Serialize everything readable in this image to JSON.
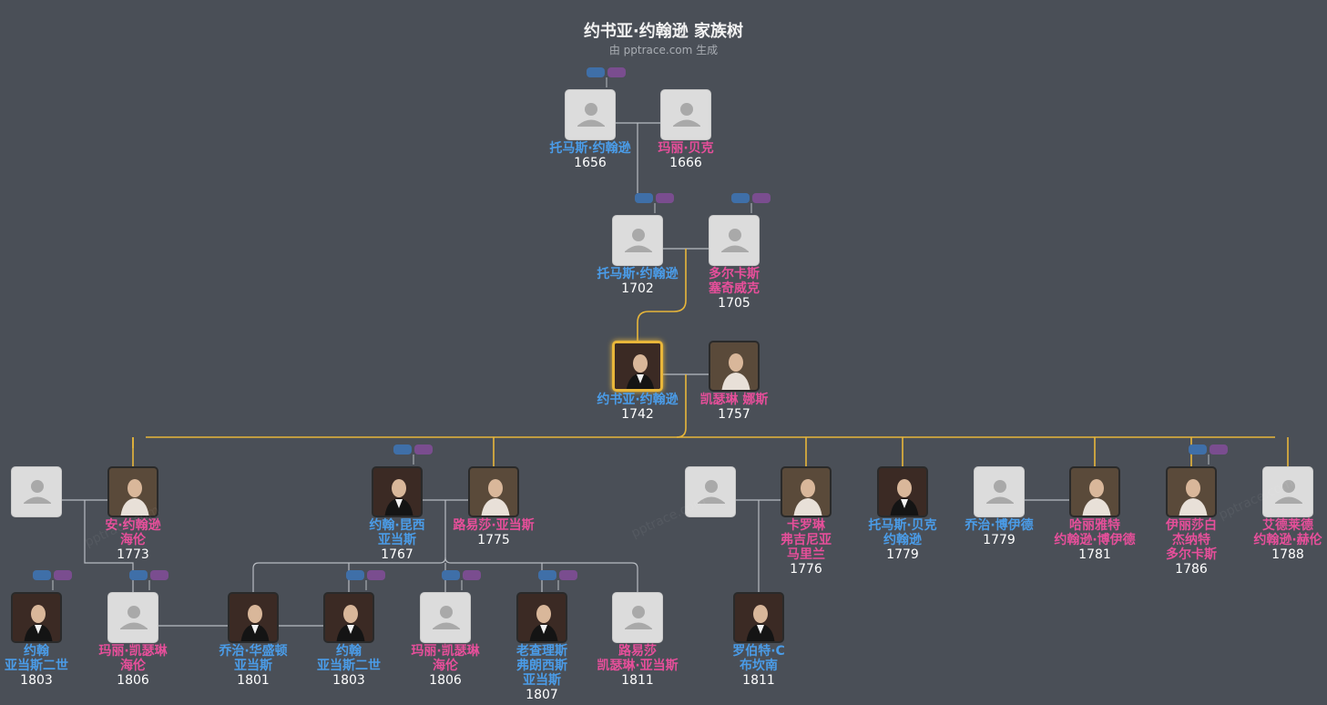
{
  "header": {
    "title": "约书亚·约翰逊 家族树",
    "subtitle": "由 pptrace.com 生成"
  },
  "colors": {
    "background": "#4a4f57",
    "male": "#4a9ce8",
    "female": "#e64f9a",
    "main_line": "#e8b63a",
    "link_line": "#b8bcc2"
  },
  "people": [
    {
      "name_lines": [
        "托马斯·约翰逊"
      ],
      "year": "1656",
      "gender": "male",
      "photo": "placeholder-avatar-icon"
    },
    {
      "name_lines": [
        "玛丽·贝克"
      ],
      "year": "1666",
      "gender": "female",
      "photo": "placeholder-avatar-icon"
    },
    {
      "name_lines": [
        "托马斯·约翰逊"
      ],
      "year": "1702",
      "gender": "male",
      "photo": "placeholder-avatar-icon"
    },
    {
      "name_lines": [
        "多尔卡斯",
        "塞奇威克"
      ],
      "year": "1705",
      "gender": "female",
      "photo": "placeholder-avatar-icon"
    },
    {
      "name_lines": [
        "约书亚·约翰逊"
      ],
      "year": "1742",
      "gender": "male",
      "photo": "portrait",
      "focus": true
    },
    {
      "name_lines": [
        "凯瑟琳 娜斯"
      ],
      "year": "1757",
      "gender": "female",
      "photo": "portrait"
    },
    {
      "name_lines": [],
      "year": "",
      "gender": "male",
      "photo": "placeholder-avatar-icon"
    },
    {
      "name_lines": [
        "安·约翰逊",
        "海伦"
      ],
      "year": "1773",
      "gender": "female",
      "photo": "portrait"
    },
    {
      "name_lines": [
        "约翰·昆西",
        "亚当斯"
      ],
      "year": "1767",
      "gender": "male",
      "photo": "portrait"
    },
    {
      "name_lines": [
        "路易莎·亚当斯"
      ],
      "year": "1775",
      "gender": "female",
      "photo": "portrait"
    },
    {
      "name_lines": [],
      "year": "",
      "gender": "male",
      "photo": "placeholder-avatar-icon"
    },
    {
      "name_lines": [
        "卡罗琳",
        "弗吉尼亚",
        "马里兰"
      ],
      "year": "1776",
      "gender": "female",
      "photo": "portrait"
    },
    {
      "name_lines": [
        "托马斯·贝克",
        "约翰逊"
      ],
      "year": "1779",
      "gender": "male",
      "photo": "portrait"
    },
    {
      "name_lines": [
        "乔治·博伊德"
      ],
      "year": "1779",
      "gender": "male",
      "photo": "placeholder-avatar-icon"
    },
    {
      "name_lines": [
        "哈丽雅特",
        "约翰逊·博伊德"
      ],
      "year": "1781",
      "gender": "female",
      "photo": "portrait"
    },
    {
      "name_lines": [
        "伊丽莎白",
        "杰纳特",
        "多尔卡斯"
      ],
      "year": "1786",
      "gender": "female",
      "photo": "portrait"
    },
    {
      "name_lines": [
        "艾德莱德",
        "约翰逊·赫伦"
      ],
      "year": "1788",
      "gender": "female",
      "photo": "placeholder-avatar-icon"
    },
    {
      "name_lines": [
        "约翰",
        "亚当斯二世"
      ],
      "year": "1803",
      "gender": "male",
      "photo": "portrait"
    },
    {
      "name_lines": [
        "玛丽·凯瑟琳",
        "海伦"
      ],
      "year": "1806",
      "gender": "female",
      "photo": "placeholder-avatar-icon"
    },
    {
      "name_lines": [
        "乔治·华盛顿",
        "亚当斯"
      ],
      "year": "1801",
      "gender": "male",
      "photo": "portrait"
    },
    {
      "name_lines": [
        "约翰",
        "亚当斯二世"
      ],
      "year": "1803",
      "gender": "male",
      "photo": "portrait"
    },
    {
      "name_lines": [
        "玛丽·凯瑟琳",
        "海伦"
      ],
      "year": "1806",
      "gender": "female",
      "photo": "placeholder-avatar-icon"
    },
    {
      "name_lines": [
        "老查理斯",
        "弗朗西斯",
        "亚当斯"
      ],
      "year": "1807",
      "gender": "male",
      "photo": "portrait"
    },
    {
      "name_lines": [
        "路易莎",
        "凯瑟琳·亚当斯"
      ],
      "year": "1811",
      "gender": "female",
      "photo": "placeholder-avatar-icon"
    },
    {
      "name_lines": [
        "罗伯特·C",
        "布坎南"
      ],
      "year": "1811",
      "gender": "male",
      "photo": "portrait"
    }
  ],
  "watermark": "pptrace.com"
}
